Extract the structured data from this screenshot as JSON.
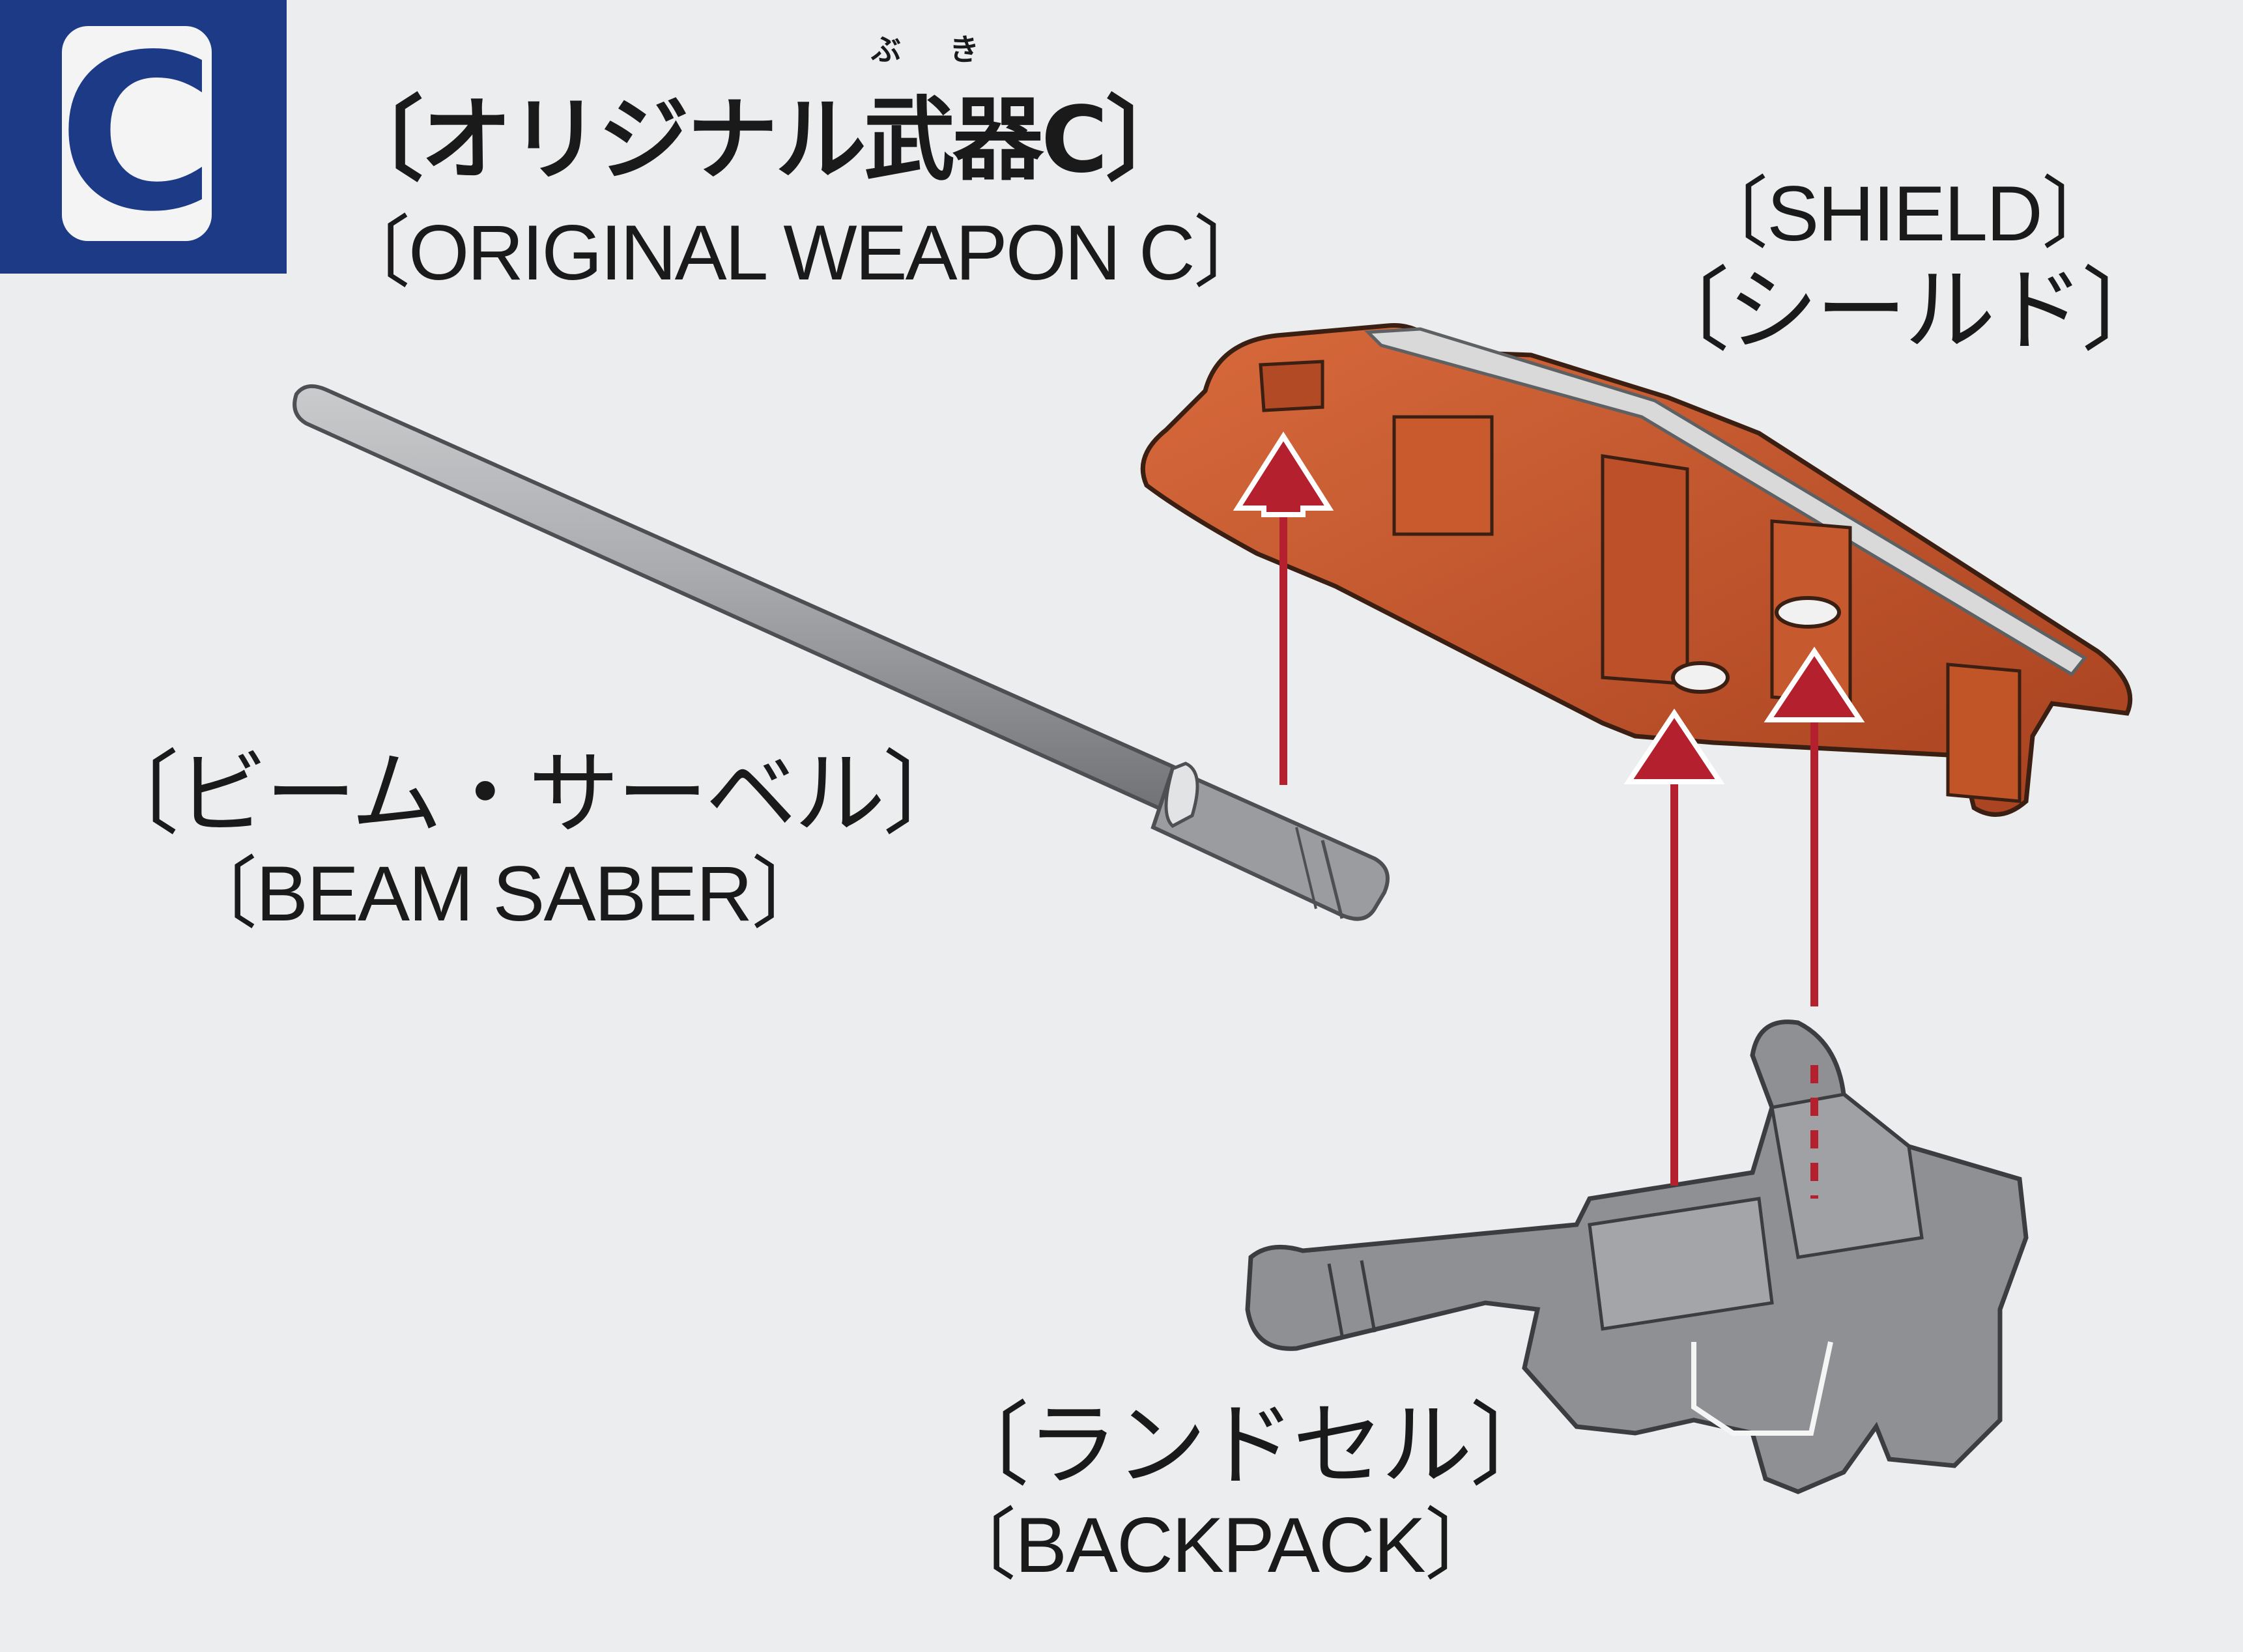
{
  "section": {
    "letter": "C"
  },
  "title": {
    "ruby": [
      "ぶ",
      "き"
    ],
    "japanese": "〔オリジナル武器C〕",
    "english": "〔ORIGINAL WEAPON C〕"
  },
  "parts": {
    "shield": {
      "english": "〔SHIELD〕",
      "japanese": "〔シールド〕"
    },
    "beam_saber": {
      "japanese": "〔ビーム・サーベル〕",
      "english": "〔BEAM SABER〕"
    },
    "backpack": {
      "japanese": "〔ランドセル〕",
      "english": "〔BACKPACK〕"
    }
  },
  "colors": {
    "badge": "#1d3a86",
    "shield": "#c8542b",
    "parts_gray": "#8d8f92",
    "arrow": "#b5202f",
    "background": "#ecedee"
  }
}
